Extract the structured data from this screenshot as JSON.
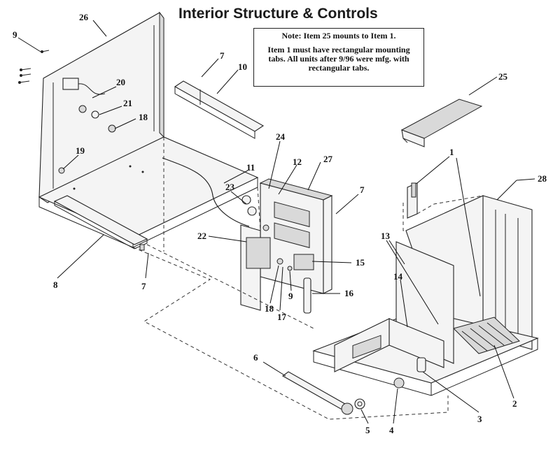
{
  "title": "Interior Structure & Controls",
  "note": {
    "line1": "Note: Item 25 mounts to Item 1.",
    "line2": "Item 1 must have rectangular mounting tabs. All units after 9/96 were mfg. with rectangular tabs."
  },
  "callouts": {
    "c26": "26",
    "c9a": "9",
    "c7a": "7",
    "c10": "10",
    "c20": "20",
    "c21": "21",
    "c18a": "18",
    "c19": "19",
    "c24": "24",
    "c12": "12",
    "c27": "27",
    "c7b": "7",
    "c11": "11",
    "c23": "23",
    "c22": "22",
    "c8": "8",
    "c7c": "7",
    "c15": "15",
    "c16": "16",
    "c9b": "9",
    "c18b": "18",
    "c17": "17",
    "c25": "25",
    "c1": "1",
    "c28": "28",
    "c13": "13",
    "c14": "14",
    "c6": "6",
    "c5": "5",
    "c4": "4",
    "c3": "3",
    "c2": "2"
  }
}
